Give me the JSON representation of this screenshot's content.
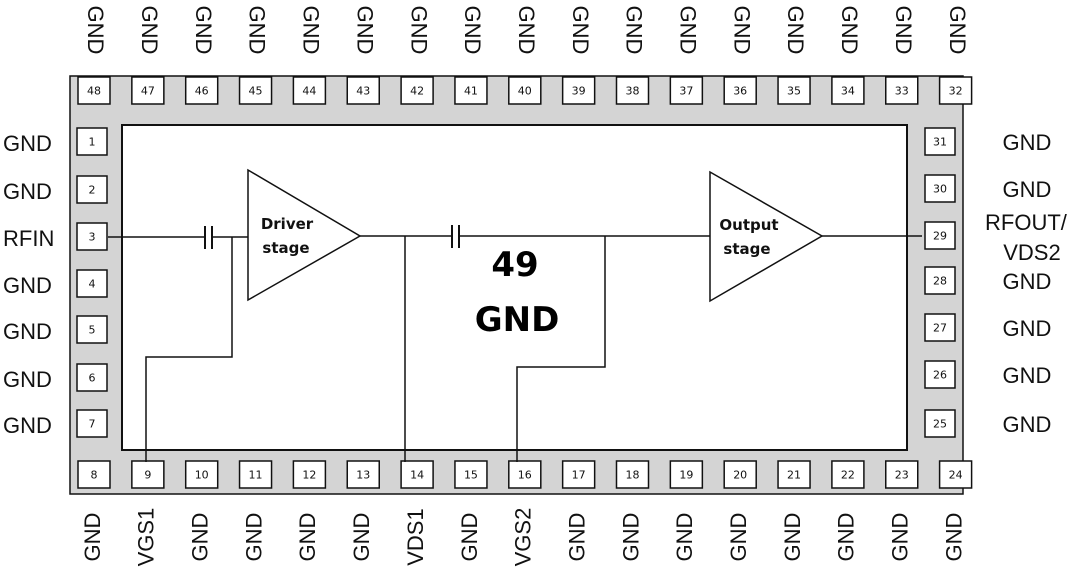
{
  "colors": {
    "package": "#d4d4d4",
    "line": "#111111",
    "pad": "#ffffff"
  },
  "pins": {
    "top": [
      {
        "num": "48",
        "label": "GND"
      },
      {
        "num": "47",
        "label": "GND"
      },
      {
        "num": "46",
        "label": "GND"
      },
      {
        "num": "45",
        "label": "GND"
      },
      {
        "num": "44",
        "label": "GND"
      },
      {
        "num": "43",
        "label": "GND"
      },
      {
        "num": "42",
        "label": "GND"
      },
      {
        "num": "41",
        "label": "GND"
      },
      {
        "num": "40",
        "label": "GND"
      },
      {
        "num": "39",
        "label": "GND"
      },
      {
        "num": "38",
        "label": "GND"
      },
      {
        "num": "37",
        "label": "GND"
      },
      {
        "num": "36",
        "label": "GND"
      },
      {
        "num": "35",
        "label": "GND"
      },
      {
        "num": "34",
        "label": "GND"
      },
      {
        "num": "33",
        "label": "GND"
      },
      {
        "num": "32",
        "label": "GND"
      }
    ],
    "bottom": [
      {
        "num": "8",
        "label": "GND"
      },
      {
        "num": "9",
        "label": "VGS1"
      },
      {
        "num": "10",
        "label": "GND"
      },
      {
        "num": "11",
        "label": "GND"
      },
      {
        "num": "12",
        "label": "GND"
      },
      {
        "num": "13",
        "label": "GND"
      },
      {
        "num": "14",
        "label": "VDS1"
      },
      {
        "num": "15",
        "label": "GND"
      },
      {
        "num": "16",
        "label": "VGS2"
      },
      {
        "num": "17",
        "label": "GND"
      },
      {
        "num": "18",
        "label": "GND"
      },
      {
        "num": "19",
        "label": "GND"
      },
      {
        "num": "20",
        "label": "GND"
      },
      {
        "num": "21",
        "label": "GND"
      },
      {
        "num": "22",
        "label": "GND"
      },
      {
        "num": "23",
        "label": "GND"
      },
      {
        "num": "24",
        "label": "GND"
      }
    ],
    "left": [
      {
        "num": "1",
        "label": "GND"
      },
      {
        "num": "2",
        "label": "GND"
      },
      {
        "num": "3",
        "label": "RFIN"
      },
      {
        "num": "4",
        "label": "GND"
      },
      {
        "num": "5",
        "label": "GND"
      },
      {
        "num": "6",
        "label": "GND"
      },
      {
        "num": "7",
        "label": "GND"
      }
    ],
    "right": [
      {
        "num": "31",
        "label": "GND"
      },
      {
        "num": "30",
        "label": "GND"
      },
      {
        "num": "29",
        "label": "RFOUT/",
        "label2": "VDS2"
      },
      {
        "num": "28",
        "label": "GND"
      },
      {
        "num": "27",
        "label": "GND"
      },
      {
        "num": "26",
        "label": "GND"
      },
      {
        "num": "25",
        "label": "GND"
      }
    ]
  },
  "driver": {
    "line1": "Driver",
    "line2": "stage"
  },
  "output": {
    "line1": "Output",
    "line2": "stage"
  },
  "center_pad": {
    "number": "49",
    "label": "GND"
  }
}
